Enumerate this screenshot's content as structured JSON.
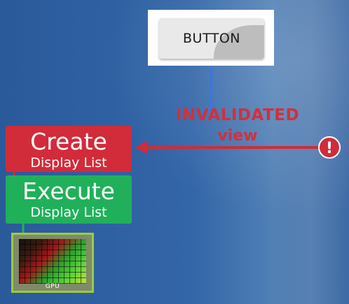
{
  "button": {
    "label": "BUTTON"
  },
  "invalidated": {
    "line1": "INVALIDATED",
    "line2": "view"
  },
  "alert": {
    "symbol": "!"
  },
  "create": {
    "title": "Create",
    "subtitle": "Display List"
  },
  "execute": {
    "title": "Execute",
    "subtitle": "Display List"
  },
  "gpu": {
    "label": "GPU"
  },
  "colors": {
    "background": "#2f5f9e",
    "create_box": "#d22b3a",
    "execute_box": "#20b05a",
    "invalidated_text": "#d3303a",
    "connector_blue": "#3a78d8",
    "gpu_border": "#9ccc3c"
  }
}
